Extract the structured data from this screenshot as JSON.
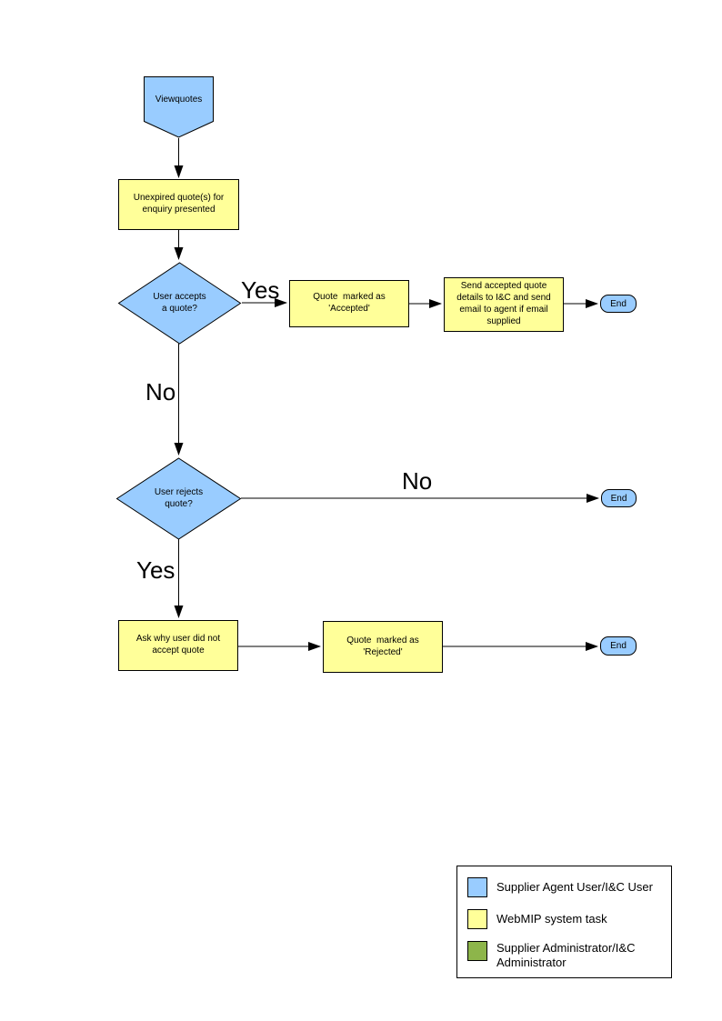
{
  "colors": {
    "user_fill": "#99CCFF",
    "system_fill": "#FFFF99",
    "admin_fill": "#8DB54A",
    "shape_border": "#000000",
    "connector": "#000000"
  },
  "flow": {
    "start": "Viewquotes",
    "unexpired": "Unexpired quote(s) for\nenquiry presented",
    "accepts_question": "User accepts\na quote?",
    "accepted": "Quote  marked as\n'Accepted'",
    "send_details": "Send accepted quote\ndetails to I&C and send\nemail to agent if email\nsupplied",
    "rejects_question": "User rejects\nquote?",
    "ask_why": "Ask why user did not\naccept quote",
    "rejected": "Quote  marked as\n'Rejected'",
    "end": "End",
    "label_yes_accept": "Yes",
    "label_no_accept": "No",
    "label_no_reject": "No",
    "label_yes_reject": "Yes"
  },
  "legend": {
    "items": [
      {
        "label": "Supplier Agent User/I&C User",
        "color": "#99CCFF"
      },
      {
        "label": "WebMIP system task",
        "color": "#FFFF99"
      },
      {
        "label": "Supplier Administrator/I&C Administrator",
        "color": "#8DB54A"
      }
    ]
  }
}
